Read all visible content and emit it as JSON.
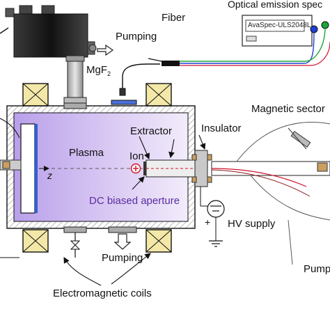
{
  "labels": {
    "optical_emission": "Optical emission spec",
    "spectrometer_model": "AvaSpec-ULS2048L",
    "fiber": "Fiber",
    "pumping_top": "Pumping",
    "mgf2": "MgF",
    "mgf2_sub": "2",
    "magnetic_sector": "Magnetic sector",
    "extractor": "Extractor",
    "insulator": "Insulator",
    "plasma": "Plasma",
    "ion": "Ion",
    "z_axis": "z",
    "dc_aperture": "DC biased aperture",
    "plus_sign": "+",
    "hv_supply": "HV supply",
    "pumping_bottom": "Pumping",
    "pumping_right": "Pump",
    "coils": "Electromagnetic coils"
  },
  "colors": {
    "plasma_fill": "#d9c8f2",
    "chamber_wall": "#bfbfbf",
    "outline": "#222222",
    "fiber_blue": "#1f3fd6",
    "fiber_green": "#1aa637",
    "ion_red": "#d0102b",
    "dc_text": "#5a2ca0"
  }
}
